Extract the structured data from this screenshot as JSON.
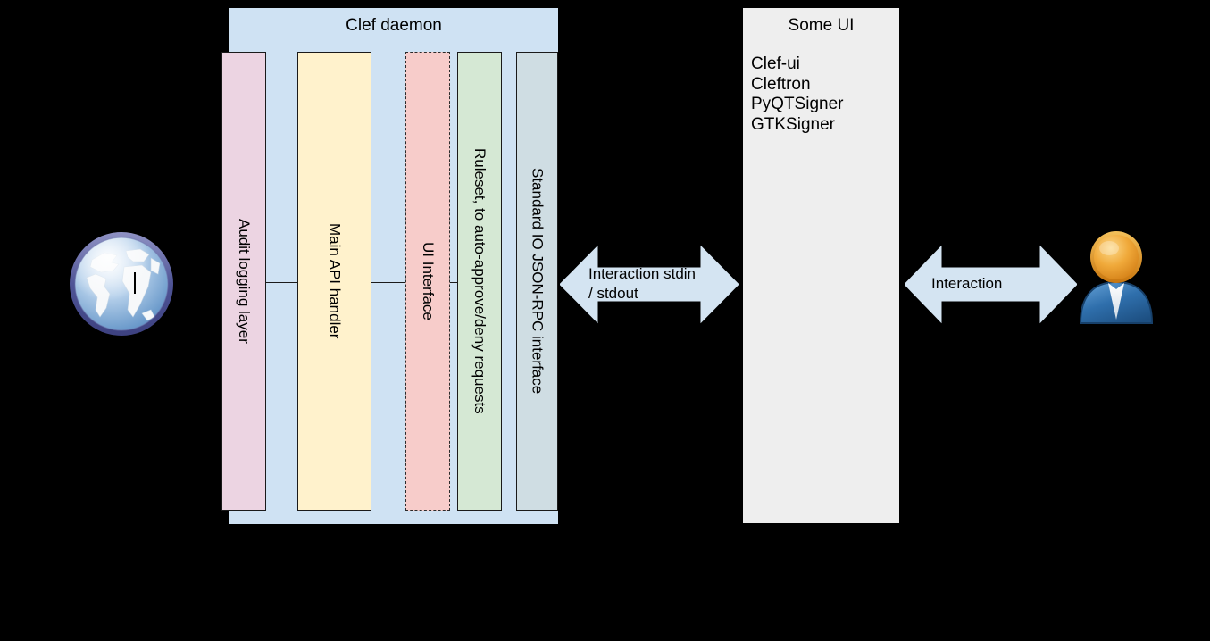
{
  "diagram": {
    "background_color": "#000000",
    "daemon": {
      "title": "Clef daemon",
      "fill": "#cfe2f3",
      "components": [
        {
          "label": "Audit logging layer",
          "fill": "#ecd4e2",
          "border": "solid"
        },
        {
          "label": "Main API handler",
          "fill": "#fff2cc",
          "border": "solid"
        },
        {
          "label": "UI Interface",
          "fill": "#f7ccca",
          "border": "dashed"
        },
        {
          "label": "Ruleset, to auto-approve/deny requests",
          "fill": "#d5e8d4",
          "border": "solid"
        },
        {
          "label": "Standard IO JSON-RPC interface",
          "fill": "#cfdde3",
          "border": "solid"
        }
      ]
    },
    "some_ui": {
      "title": "Some UI",
      "fill": "#eeeeee",
      "items": [
        "Clef-ui",
        "Cleftron",
        "PyQTSigner",
        "GTKSigner"
      ]
    },
    "arrows": [
      {
        "label": "Interaction stdin\n/ stdout",
        "fill": "#d4e4f2",
        "direction": "both"
      },
      {
        "label": "Interaction",
        "fill": "#d4e4f2",
        "direction": "both"
      }
    ],
    "icons": [
      {
        "name": "globe-icon",
        "alt": "Internet globe"
      },
      {
        "name": "user-icon",
        "alt": "User person"
      }
    ]
  }
}
